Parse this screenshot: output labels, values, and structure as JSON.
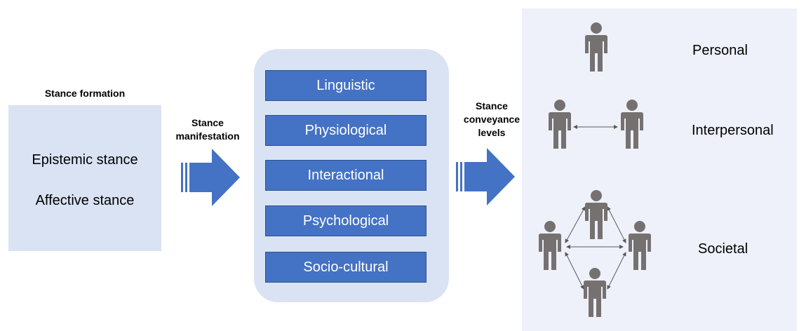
{
  "formation": {
    "title": "Stance formation",
    "items": [
      "Epistemic stance",
      "Affective stance"
    ]
  },
  "manifestation": {
    "title": "Stance manifestation",
    "title_lines": [
      "Stance",
      "manifestation"
    ]
  },
  "channels": [
    "Linguistic",
    "Physiological",
    "Interactional",
    "Psychological",
    "Socio-cultural"
  ],
  "conveyance": {
    "title": "Stance conveyance levels",
    "title_lines": [
      "Stance",
      "conveyance",
      "levels"
    ]
  },
  "levels": {
    "personal": "Personal",
    "interpersonal": "Interpersonal",
    "societal": "Societal"
  },
  "colors": {
    "box_fill": "#dae3f3",
    "channel_fill": "#4472c4",
    "arrow_fill": "#4472c4",
    "person_fill": "#767171",
    "levels_bg": "#eef1f9"
  },
  "icons": [
    "person-icon",
    "block-arrow-icon",
    "double-arrow-icon"
  ]
}
